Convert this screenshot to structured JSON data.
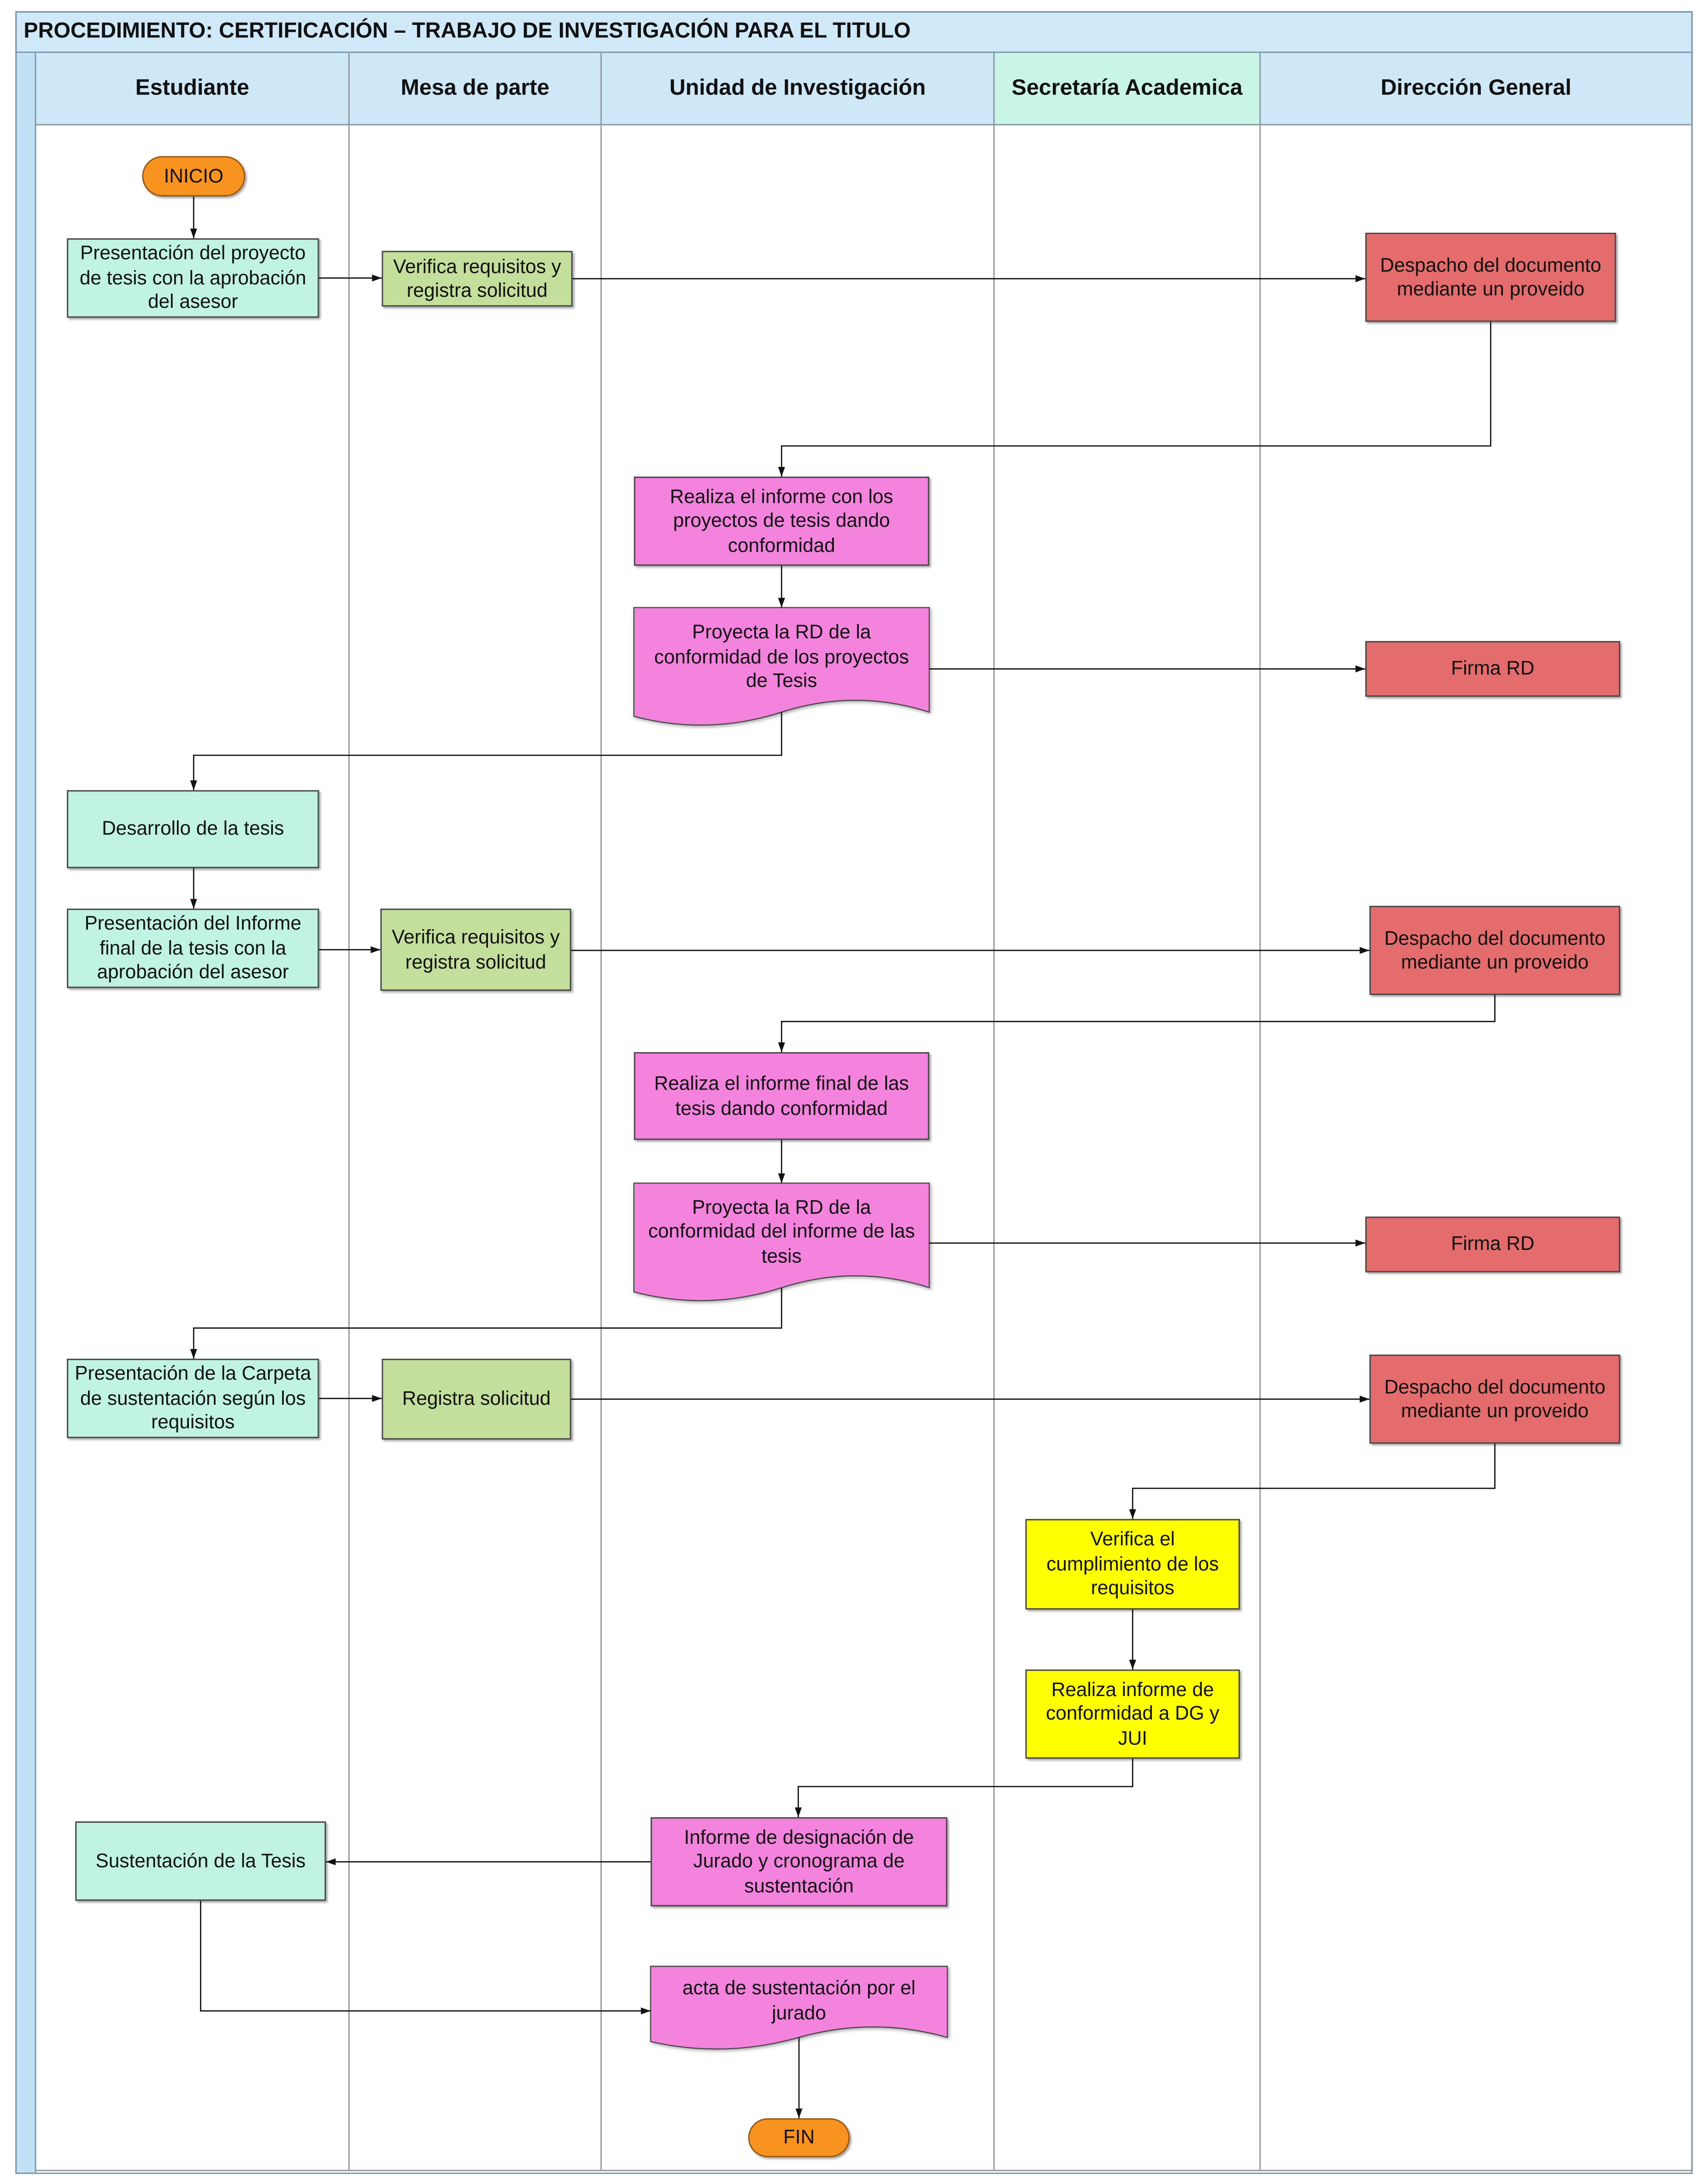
{
  "title": "PROCEDIMIENTO: CERTIFICACIÓN – TRABAJO DE INVESTIGACIÓN PARA EL TITULO",
  "start": "INICIO",
  "end": "FIN",
  "lanes": [
    {
      "label": "Estudiante",
      "steps": [
        "Presentación del proyecto\nde tesis con la aprobación\ndel asesor",
        "Desarrollo de la tesis",
        "Presentación del Informe\nfinal de la tesis con la\naprobación del asesor",
        "Presentación de la Carpeta\nde sustentación según los\nrequisitos",
        "Sustentación de la Tesis"
      ]
    },
    {
      "label": "Mesa de parte",
      "steps": [
        "Verifica requisitos y\nregistra solicitud",
        "Verifica requisitos y\nregistra solicitud",
        "Registra solicitud"
      ]
    },
    {
      "label": "Unidad de Investigación",
      "steps": [
        "Realiza el informe con los\nproyectos de tesis dando\nconformidad",
        "Proyecta la RD de la\nconformidad de los proyectos\nde Tesis",
        "Realiza el informe final de las\ntesis dando conformidad",
        "Proyecta la RD de la\nconformidad del informe de las\ntesis",
        "Informe de designación de\nJurado y cronograma de\nsustentación",
        "acta de sustentación por el\njurado"
      ]
    },
    {
      "label": "Secretaría Academica",
      "steps": [
        "Verifica el\ncumplimiento de los\nrequisitos",
        "Realiza informe de\nconformidad a DG y\nJUI"
      ]
    },
    {
      "label": "Dirección General",
      "steps": [
        "Despacho del documento\nmediante un proveido",
        "Firma RD",
        "Despacho del documento\nmediante un proveido",
        "Firma RD",
        "Despacho del documento\nmediante un proveido"
      ]
    }
  ],
  "colors": {
    "title_bar": "#cfe9f9",
    "left_strip": "#c2e1f5",
    "lane_header": "#cee8f8",
    "lane_header_secretaria": "#c8f5e6",
    "estudiante": "#c0f3e3",
    "mesa_de_parte": "#c4df9c",
    "unidad": "#f383dc",
    "secretaria": "#ffff00",
    "direccion": "#e46c6c",
    "terminator": "#f7931e",
    "connector": "#111111"
  }
}
